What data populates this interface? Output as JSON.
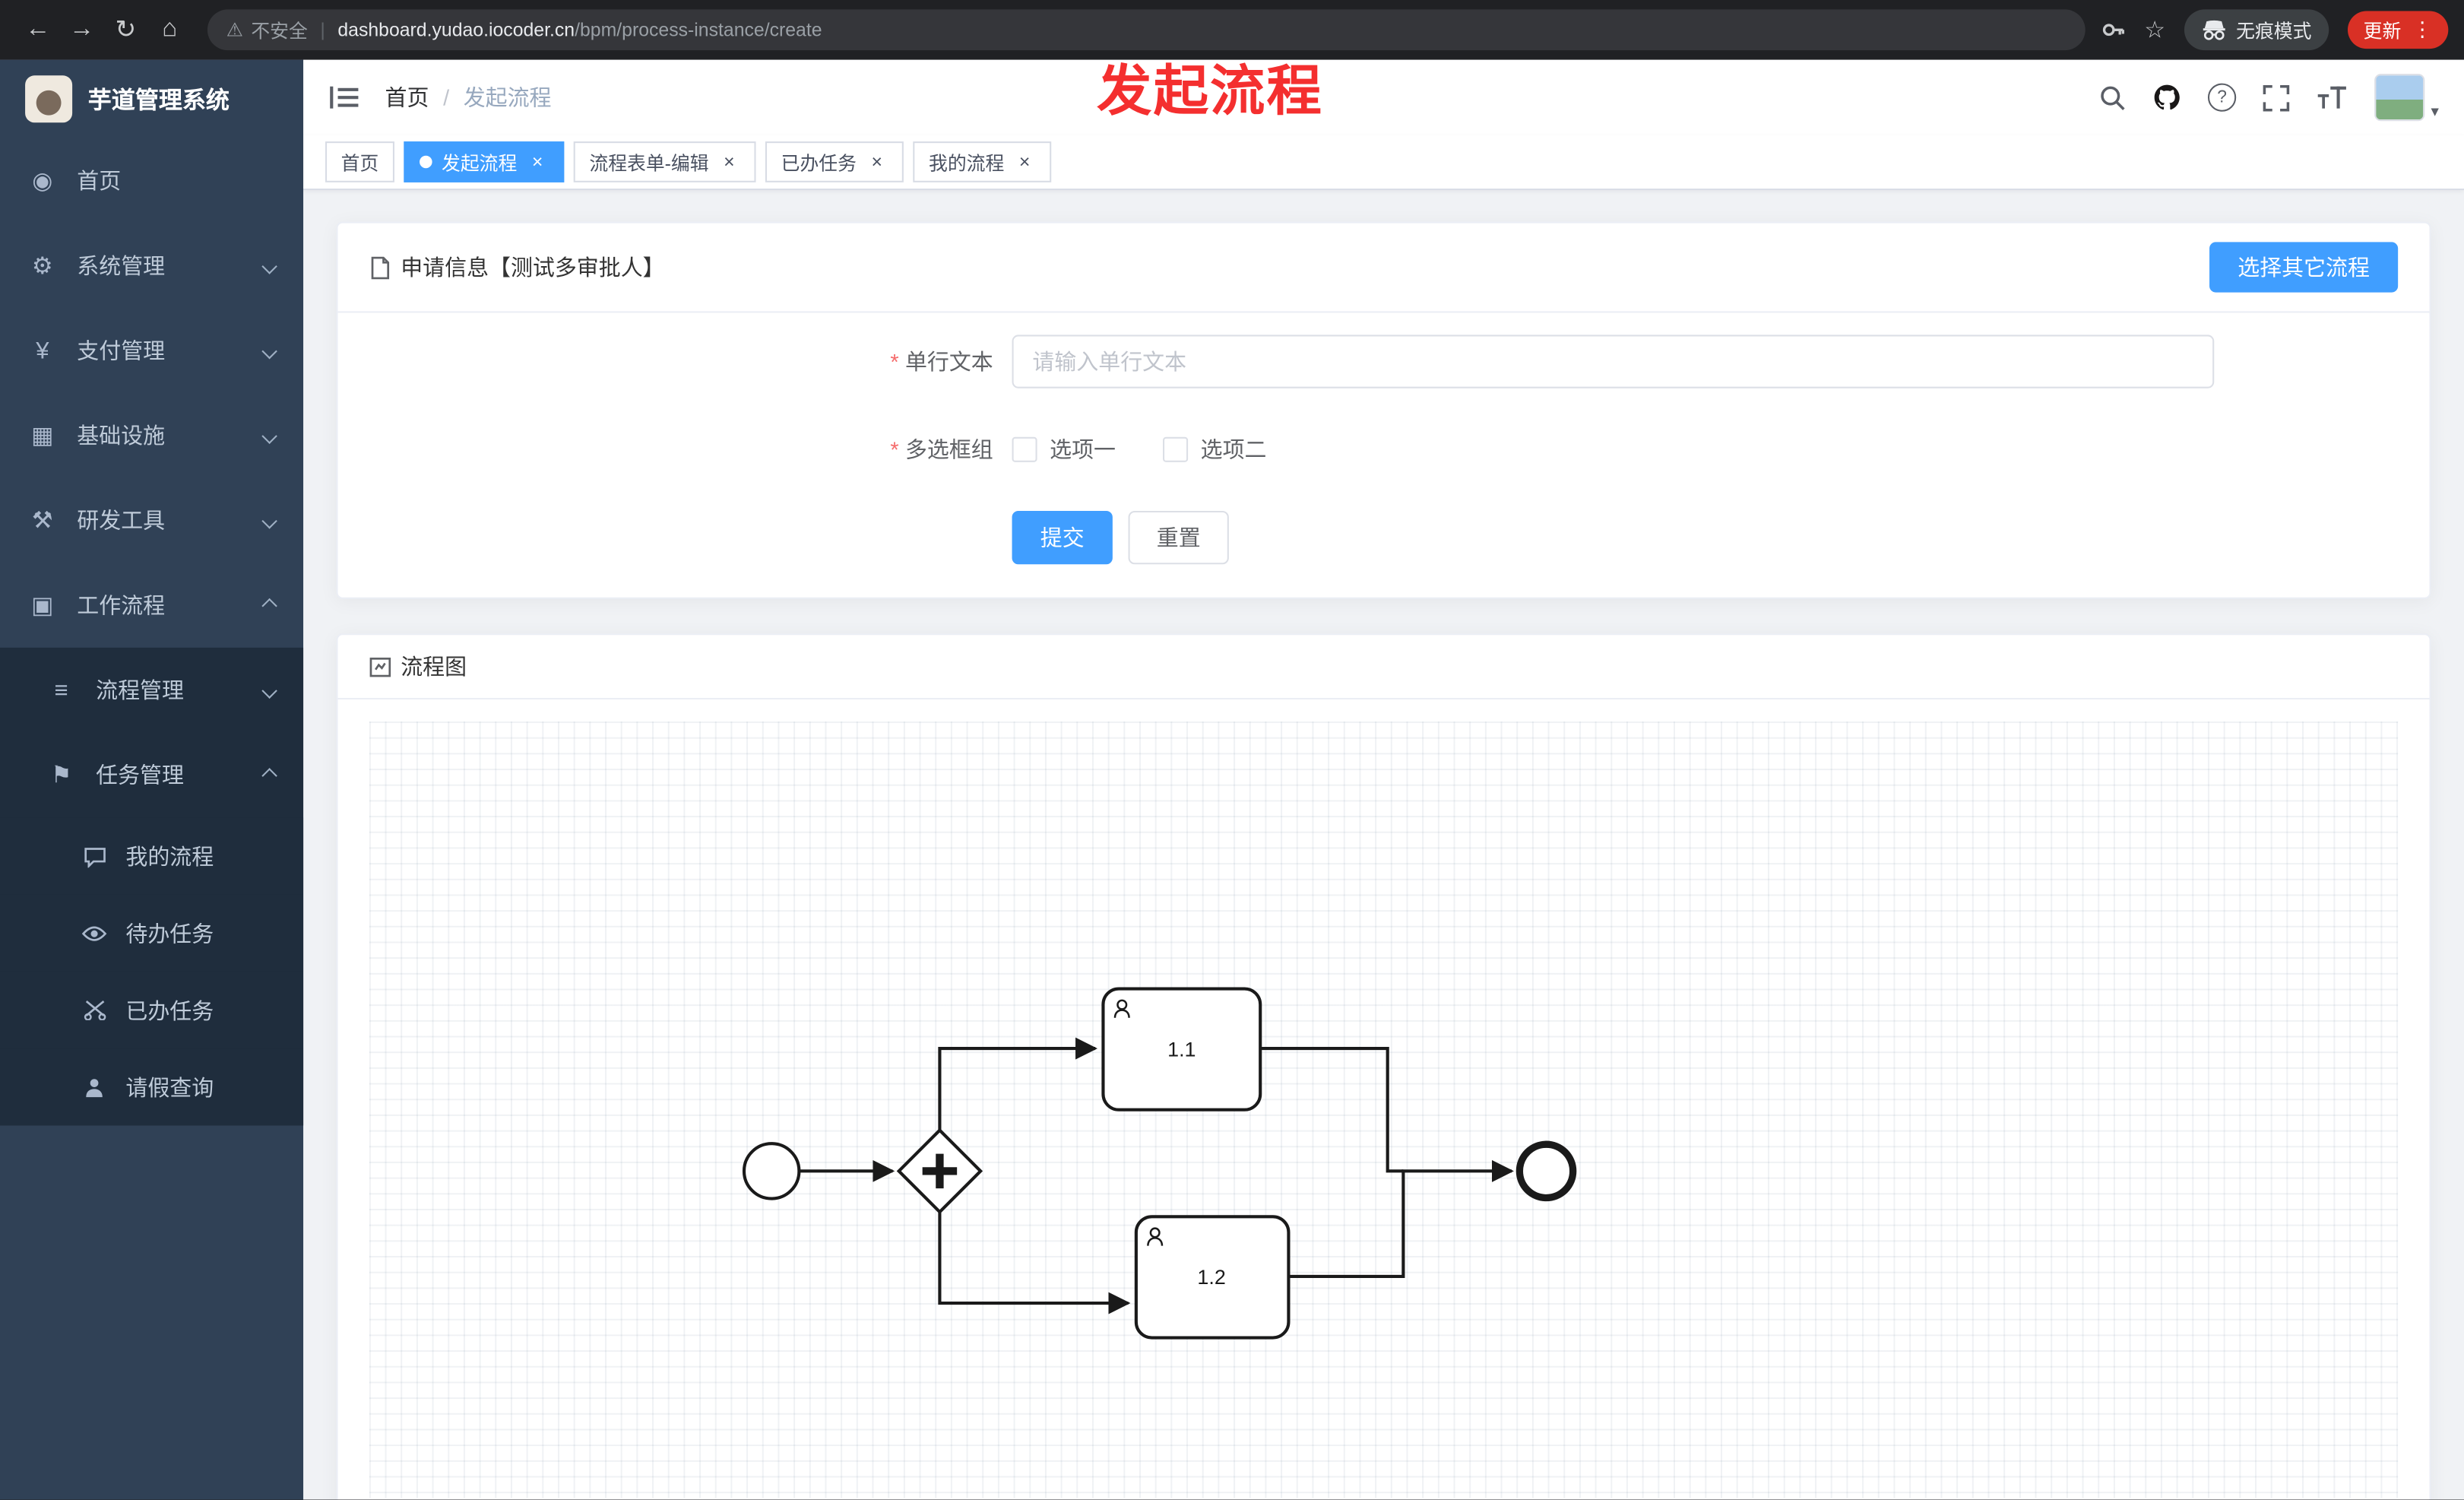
{
  "browser": {
    "security_label": "不安全",
    "url_separator": "|",
    "url_domain": "dashboard.yudao.iocoder.cn",
    "url_path": "/bpm/process-instance/create",
    "incognito_label": "无痕模式",
    "update_label": "更新"
  },
  "icons": {
    "back": "←",
    "forward": "→",
    "refresh": "↻",
    "home": "⌂",
    "warning": "⚠",
    "star": "☆",
    "menu_dots": "⋮",
    "caret_down": "▾",
    "question": "?",
    "close": "×",
    "dashboard": "◉",
    "gear": "⚙",
    "yen": "¥",
    "infra": "▦",
    "tools": "⚒",
    "workflow": "▣",
    "process_mgmt": "≡",
    "task_mgmt": "⚑"
  },
  "sidebar": {
    "logo_title": "芋道管理系统",
    "items": [
      {
        "label": "首页"
      },
      {
        "label": "系统管理"
      },
      {
        "label": "支付管理"
      },
      {
        "label": "基础设施"
      },
      {
        "label": "研发工具"
      },
      {
        "label": "工作流程"
      }
    ],
    "submenu": [
      {
        "label": "流程管理"
      },
      {
        "label": "任务管理"
      }
    ],
    "task_items": [
      {
        "label": "我的流程"
      },
      {
        "label": "待办任务"
      },
      {
        "label": "已办任务"
      },
      {
        "label": "请假查询"
      }
    ]
  },
  "header": {
    "breadcrumb_home": "首页",
    "breadcrumb_sep": "/",
    "breadcrumb_current": "发起流程",
    "overlay_title": "发起流程"
  },
  "tabs": [
    {
      "label": "首页"
    },
    {
      "label": "发起流程"
    },
    {
      "label": "流程表单-编辑"
    },
    {
      "label": "已办任务"
    },
    {
      "label": "我的流程"
    }
  ],
  "form": {
    "section_title": "申请信息【测试多审批人】",
    "other_process_button": "选择其它流程",
    "required_mark": "*",
    "text_label": "单行文本",
    "text_placeholder": "请输入单行文本",
    "checkbox_label": "多选框组",
    "option1": "选项一",
    "option2": "选项二",
    "submit_label": "提交",
    "reset_label": "重置"
  },
  "diagram": {
    "title": "流程图",
    "task1_label": "1.1",
    "task2_label": "1.2"
  },
  "colors": {
    "primary": "#409eff",
    "overlay_red": "#f42f2f",
    "sidebar_bg": "#304156",
    "submenu_bg": "#1f2d3d",
    "update_chip": "#d93025"
  }
}
